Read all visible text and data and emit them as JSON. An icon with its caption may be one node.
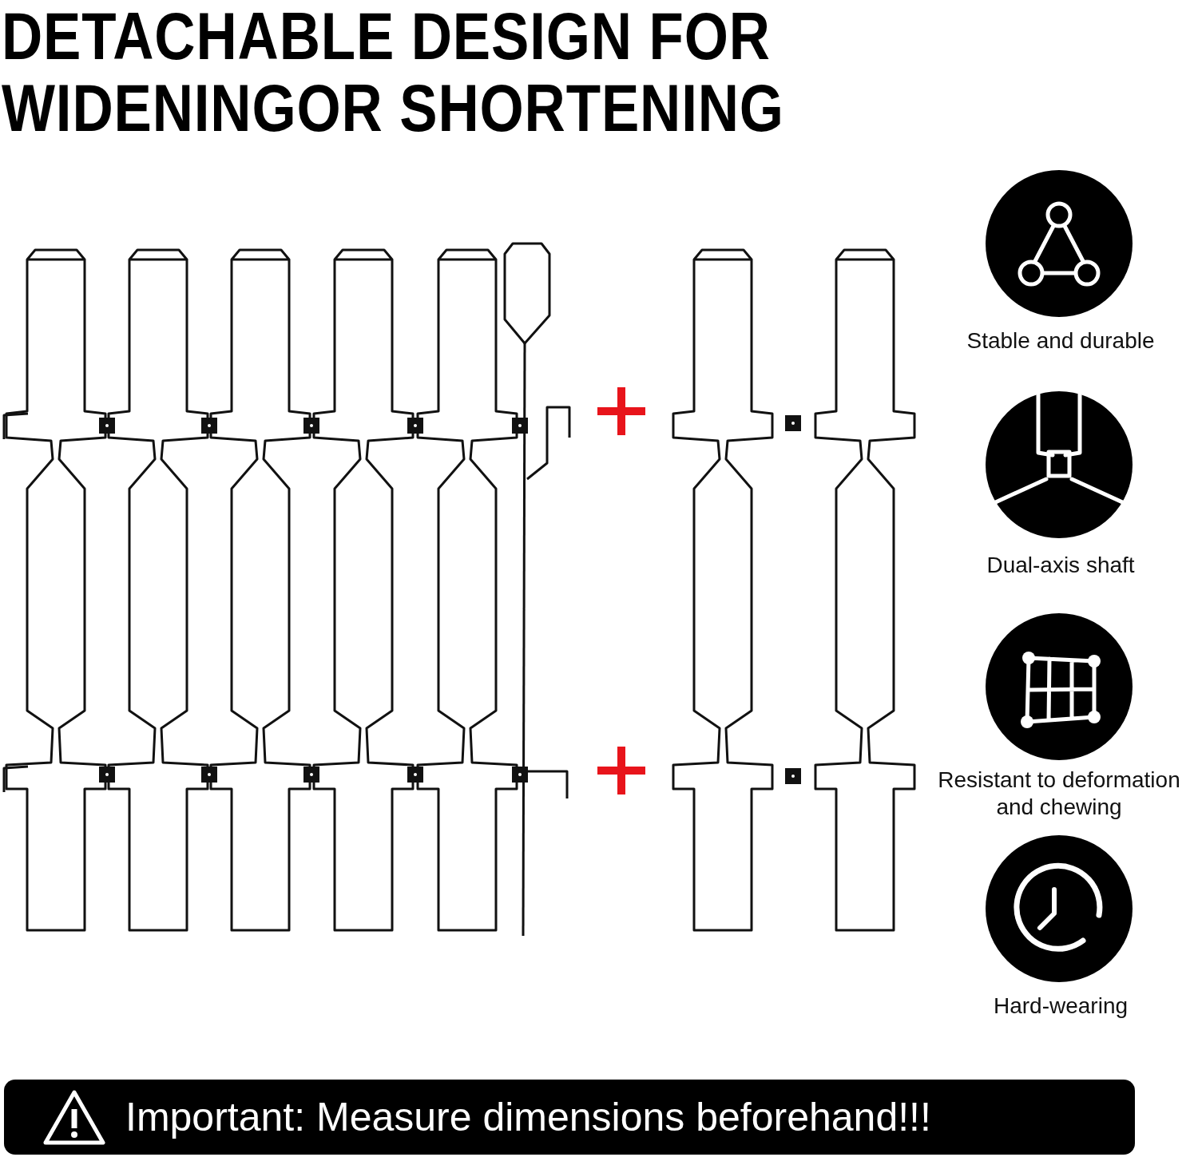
{
  "diagram": {
    "title": "DETACHABLE DESIGN FOR WIDENINGOR SHORTENING",
    "labels": [
      "Stable and durable",
      "Dual-axis shaft",
      "Resistant to deformation and chewing",
      "Hard-wearing",
      "Important: Measure dimensions beforehand!!!"
    ]
  }
}
